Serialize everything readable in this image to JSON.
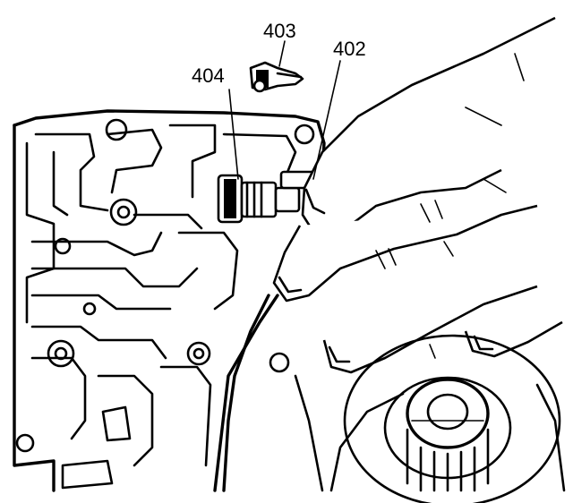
{
  "callouts": {
    "c403": "403",
    "c402": "402",
    "c404": "404"
  },
  "colors": {
    "line": "#000000",
    "background": "#ffffff"
  }
}
